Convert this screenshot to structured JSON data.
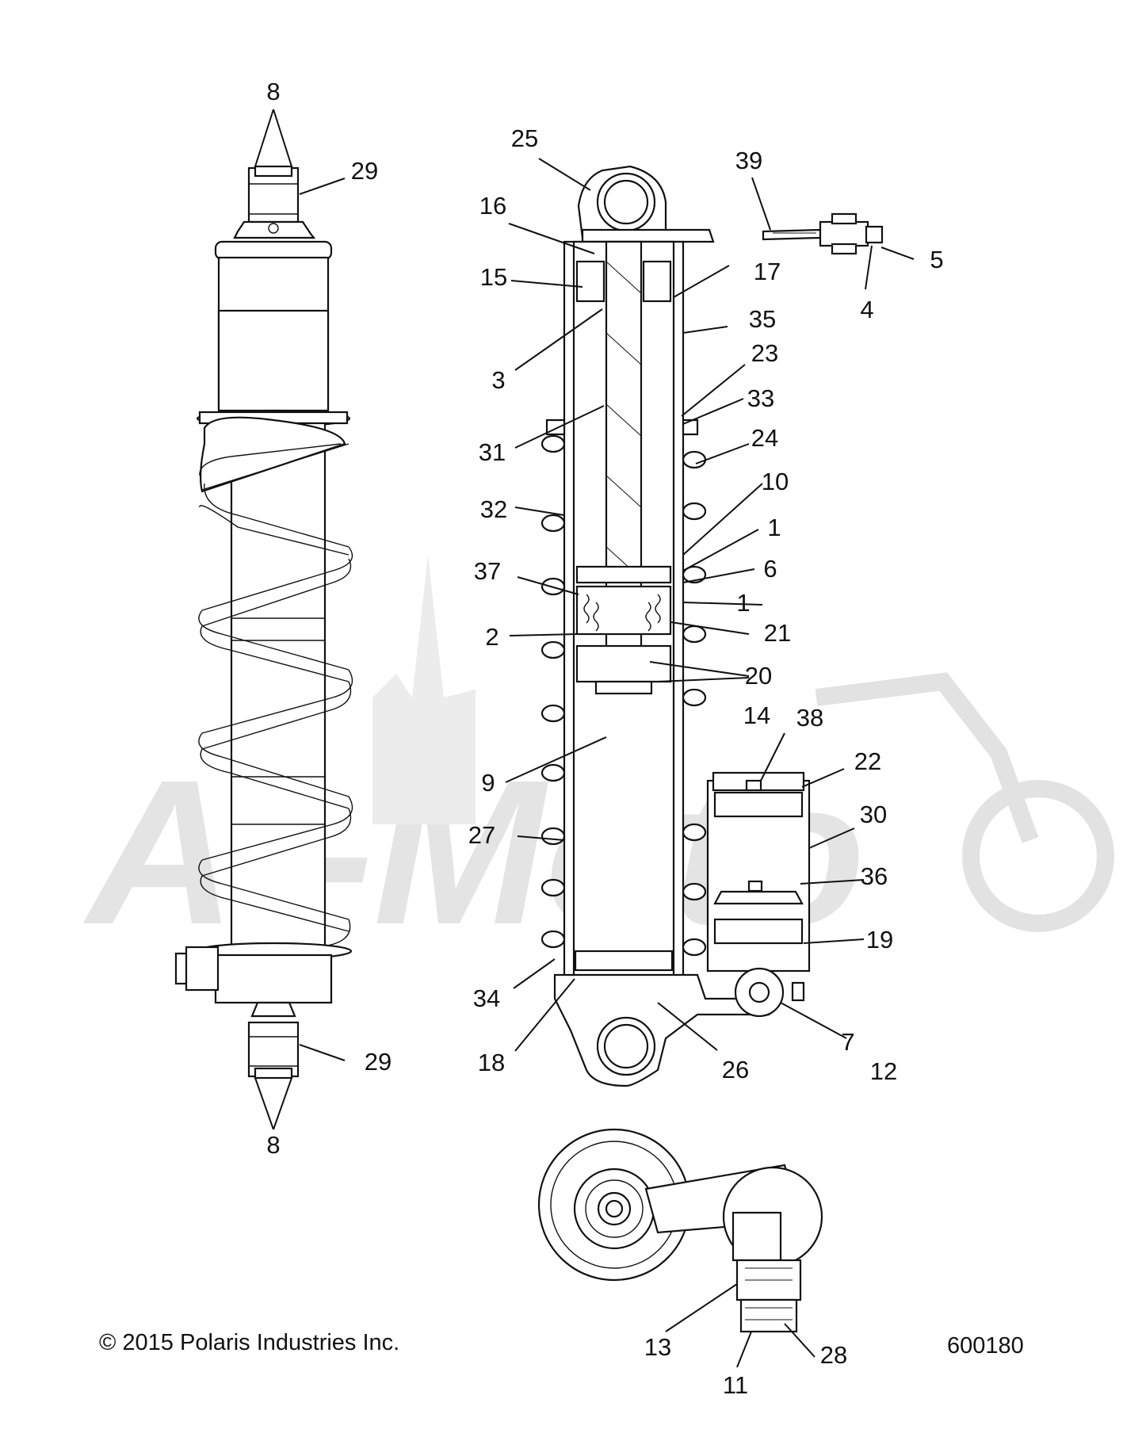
{
  "callouts": [
    {
      "id": "c8a",
      "text": "8"
    },
    {
      "id": "c29a",
      "text": "29"
    },
    {
      "id": "c29b",
      "text": "29"
    },
    {
      "id": "c8b",
      "text": "8"
    },
    {
      "id": "c25",
      "text": "25"
    },
    {
      "id": "c16",
      "text": "16"
    },
    {
      "id": "c15",
      "text": "15"
    },
    {
      "id": "c3",
      "text": "3"
    },
    {
      "id": "c31",
      "text": "31"
    },
    {
      "id": "c32",
      "text": "32"
    },
    {
      "id": "c37",
      "text": "37"
    },
    {
      "id": "c2",
      "text": "2"
    },
    {
      "id": "c9",
      "text": "9"
    },
    {
      "id": "c27",
      "text": "27"
    },
    {
      "id": "c34",
      "text": "34"
    },
    {
      "id": "c18",
      "text": "18"
    },
    {
      "id": "c26",
      "text": "26"
    },
    {
      "id": "c39",
      "text": "39"
    },
    {
      "id": "c5",
      "text": "5"
    },
    {
      "id": "c4",
      "text": "4"
    },
    {
      "id": "c17",
      "text": "17"
    },
    {
      "id": "c35",
      "text": "35"
    },
    {
      "id": "c23",
      "text": "23"
    },
    {
      "id": "c33",
      "text": "33"
    },
    {
      "id": "c24",
      "text": "24"
    },
    {
      "id": "c10",
      "text": "10"
    },
    {
      "id": "c1a",
      "text": "1"
    },
    {
      "id": "c6",
      "text": "6"
    },
    {
      "id": "c1b",
      "text": "1"
    },
    {
      "id": "c21",
      "text": "21"
    },
    {
      "id": "c20",
      "text": "20"
    },
    {
      "id": "c14",
      "text": "14"
    },
    {
      "id": "c38",
      "text": "38"
    },
    {
      "id": "c22",
      "text": "22"
    },
    {
      "id": "c30",
      "text": "30"
    },
    {
      "id": "c36",
      "text": "36"
    },
    {
      "id": "c19",
      "text": "19"
    },
    {
      "id": "c7",
      "text": "7"
    },
    {
      "id": "c12",
      "text": "12"
    },
    {
      "id": "c13",
      "text": "13"
    },
    {
      "id": "c11",
      "text": "11"
    },
    {
      "id": "c28",
      "text": "28"
    }
  ],
  "copyright": "© 2015 Polaris Industries Inc.",
  "figure_number": "600180",
  "watermark_text": "Af-Moto"
}
